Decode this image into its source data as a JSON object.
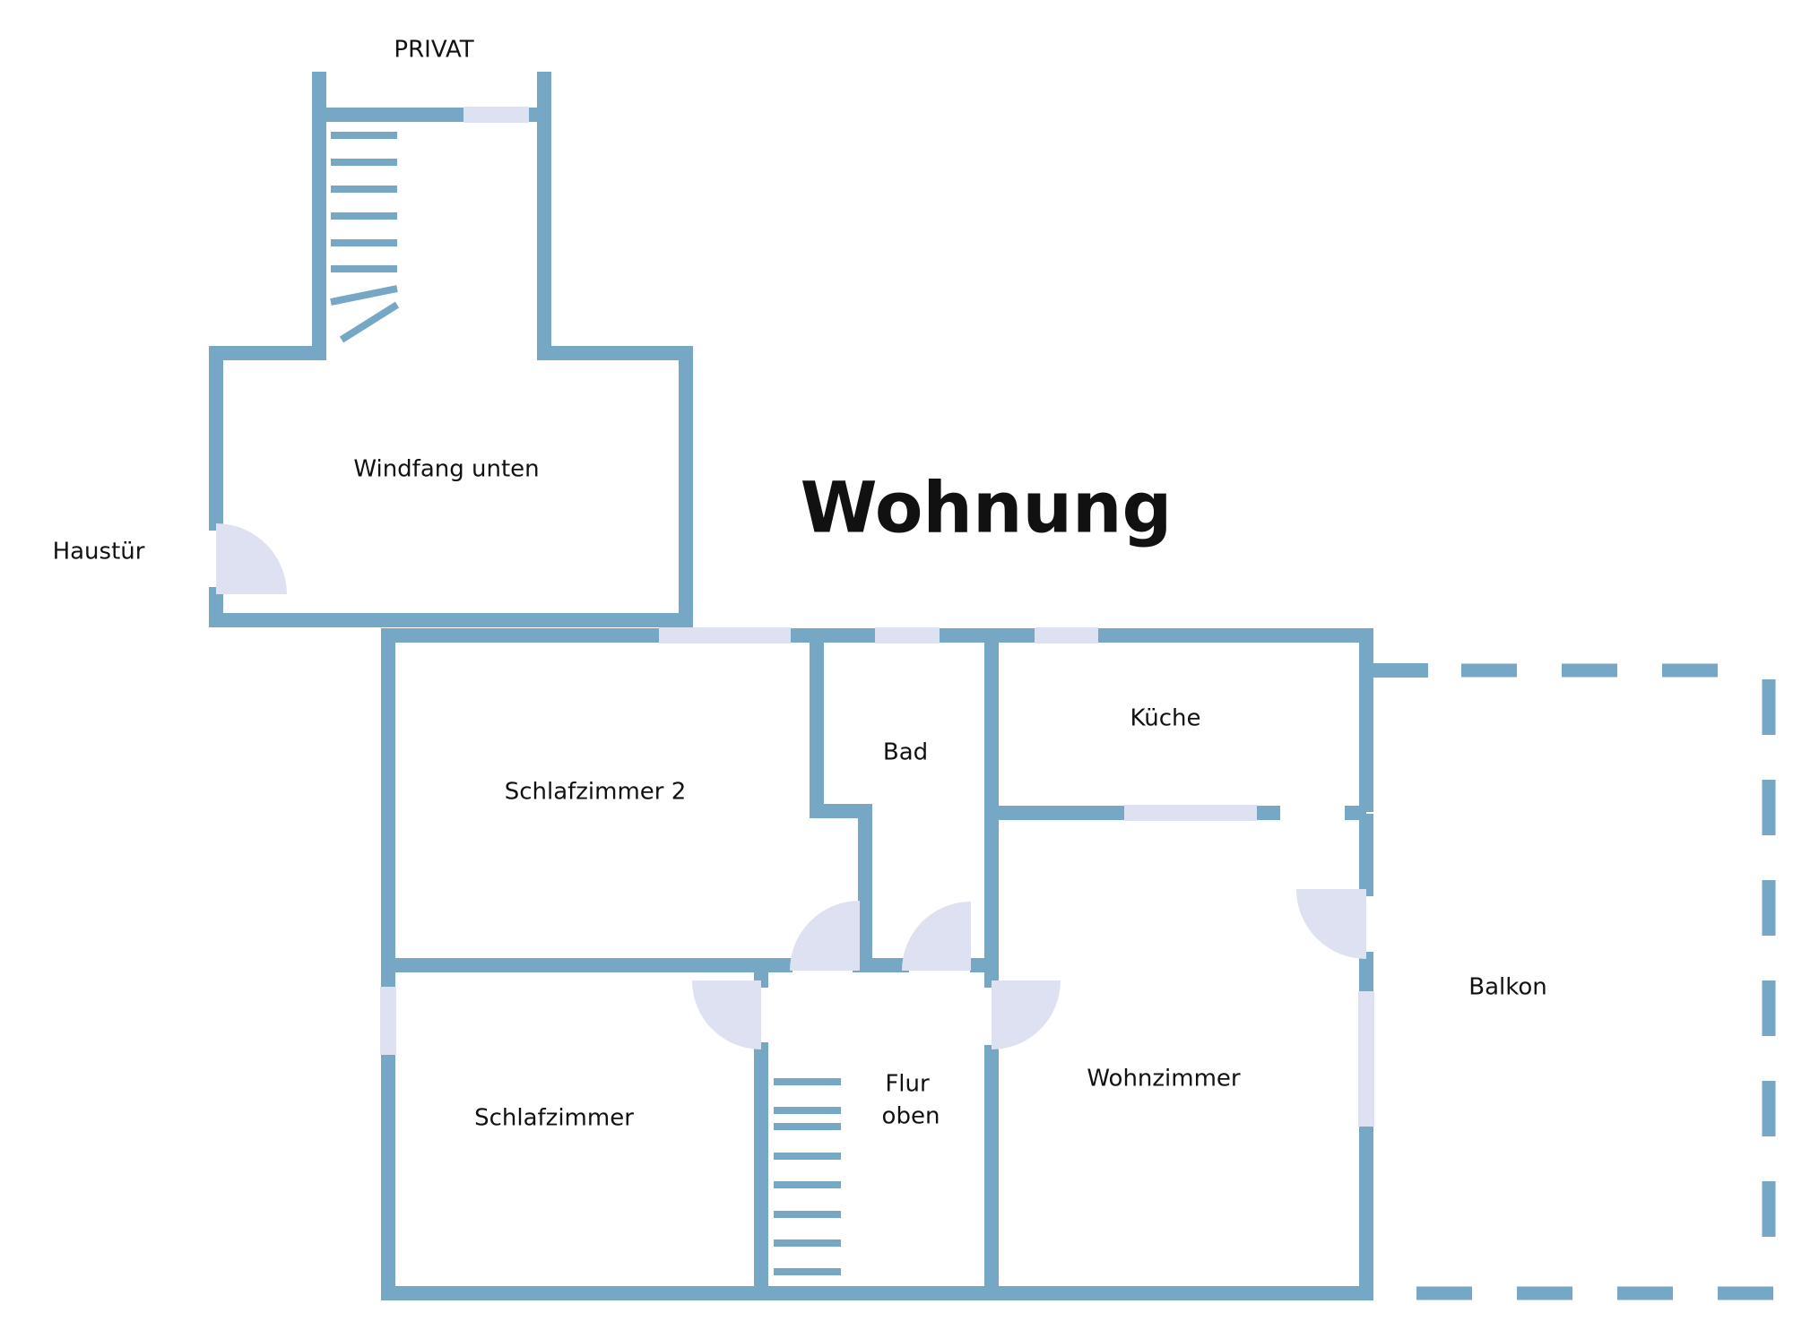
{
  "title": "Wohnung",
  "labels": {
    "privat": "PRIVAT",
    "windfang": "Windfang unten",
    "haustuer": "Haustür",
    "schlafzimmer2": "Schlafzimmer 2",
    "bad": "Bad",
    "kueche": "Küche",
    "balkon": "Balkon",
    "schlafzimmer": "Schlafzimmer",
    "flur_line1": "Flur",
    "flur_line2": "oben",
    "wohnzimmer": "Wohnzimmer"
  },
  "colors": {
    "wall": "#76A7C5",
    "opening": "#DDE1F1",
    "text": "#111111"
  }
}
